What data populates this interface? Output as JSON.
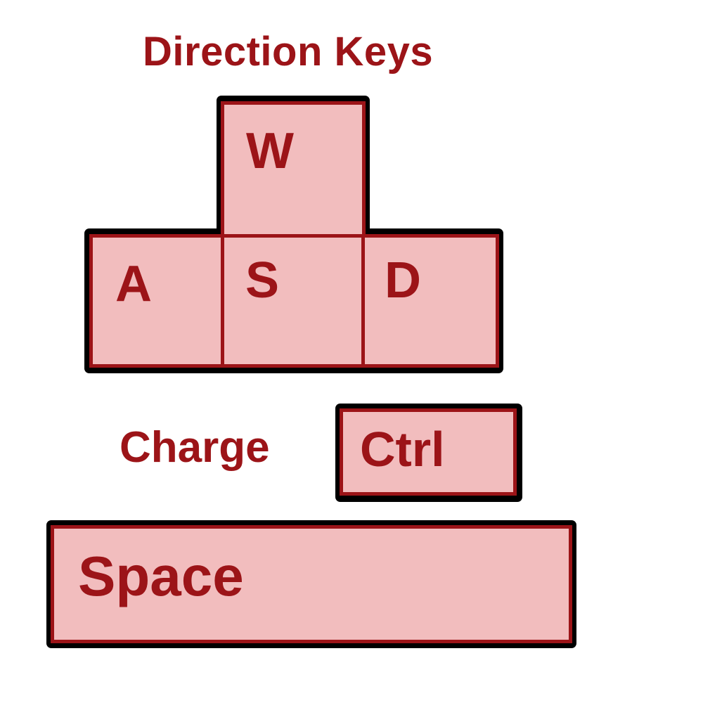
{
  "title": "Direction Keys",
  "keys": {
    "up": "W",
    "left": "A",
    "down": "S",
    "right": "D",
    "ctrl": "Ctrl",
    "space": "Space"
  },
  "actions": {
    "ctrl_action": "Charge"
  },
  "colors": {
    "key_fill": "#f2bdbe",
    "key_border": "#9c1418",
    "text": "#9c1418",
    "outline": "#000000"
  }
}
